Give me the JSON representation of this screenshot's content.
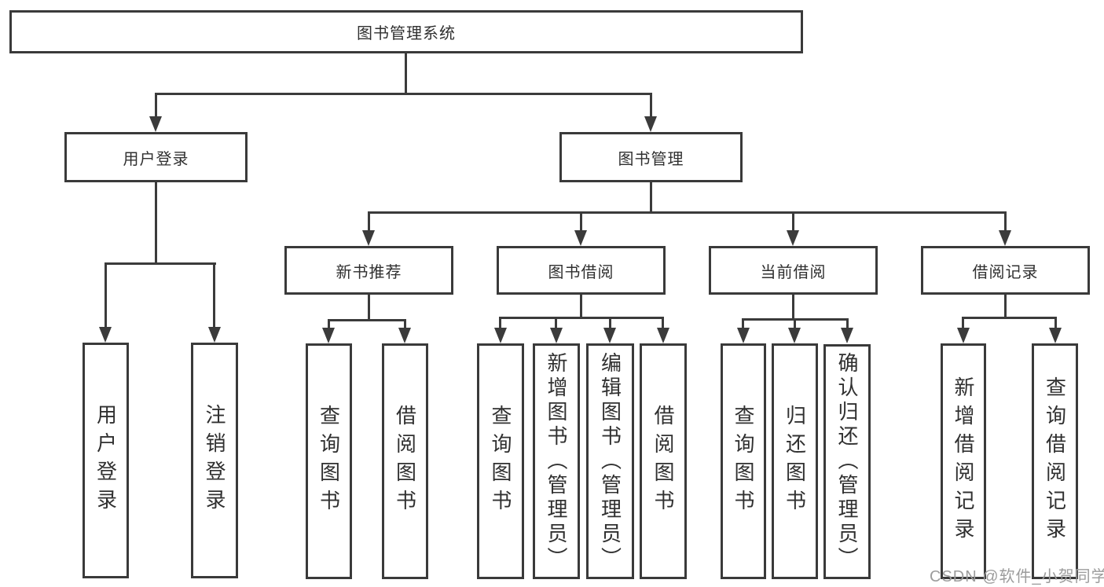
{
  "diagram_title": "图书管理系统",
  "watermark": "CSDN @软件_小贺同学",
  "colors": {
    "background": "#ffffff",
    "box_border": "#3a3a3a",
    "line": "#3b3b3b",
    "text": "#303030",
    "watermark": "#9c9c9c"
  },
  "nodes": {
    "root": "图书管理系统",
    "login": "用户登录",
    "mgmt": "图书管理",
    "login_user": "用户登录",
    "login_logout": "注销登录",
    "rec": "新书推荐",
    "borrow": "图书借阅",
    "current": "当前借阅",
    "records": "借阅记录",
    "rec_query": "查询图书",
    "rec_borrow": "借阅图书",
    "borrow_query": "查询图书",
    "borrow_add": "新增图书（管理员）",
    "borrow_edit": "编辑图书（管理员）",
    "borrow_borrow": "借阅图书",
    "cur_query": "查询图书",
    "cur_return": "归还图书",
    "cur_confirm": "确认归还（管理员）",
    "rec2_add": "新增借阅记录",
    "rec2_query": "查询借阅记录"
  },
  "edges": [
    [
      "root",
      "login"
    ],
    [
      "root",
      "mgmt"
    ],
    [
      "login",
      "login_user"
    ],
    [
      "login",
      "login_logout"
    ],
    [
      "mgmt",
      "rec"
    ],
    [
      "mgmt",
      "borrow"
    ],
    [
      "mgmt",
      "current"
    ],
    [
      "mgmt",
      "records"
    ],
    [
      "rec",
      "rec_query"
    ],
    [
      "rec",
      "rec_borrow"
    ],
    [
      "borrow",
      "borrow_query"
    ],
    [
      "borrow",
      "borrow_add"
    ],
    [
      "borrow",
      "borrow_edit"
    ],
    [
      "borrow",
      "borrow_borrow"
    ],
    [
      "current",
      "cur_query"
    ],
    [
      "current",
      "cur_return"
    ],
    [
      "current",
      "cur_confirm"
    ],
    [
      "records",
      "rec2_add"
    ],
    [
      "records",
      "rec2_query"
    ]
  ]
}
